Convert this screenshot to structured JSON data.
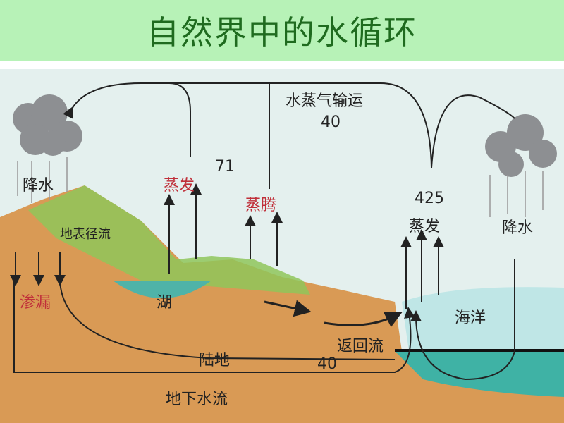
{
  "title": "自然界中的水循环",
  "labels": {
    "vapor_transport": "水蒸气输运",
    "vapor_value": "40",
    "evap_land": "蒸发",
    "land_value": "71",
    "transpiration": "蒸腾",
    "ocean_value": "425",
    "evap_ocean": "蒸发",
    "precip_left": "降水",
    "precip_right": "降水",
    "surface_runoff": "地表径流",
    "infiltration": "渗漏",
    "lake": "湖",
    "ocean": "海洋",
    "return_flow": "返回流",
    "return_value": "40",
    "land": "陆地",
    "groundwater": "地下水流"
  },
  "colors": {
    "title_bg": "#b7f2b7",
    "title_text": "#1f6b1f",
    "soil": "#d99a55",
    "sky": "#e4f0ee",
    "water": "#6fc7c2",
    "accent_red": "#c0303a"
  }
}
